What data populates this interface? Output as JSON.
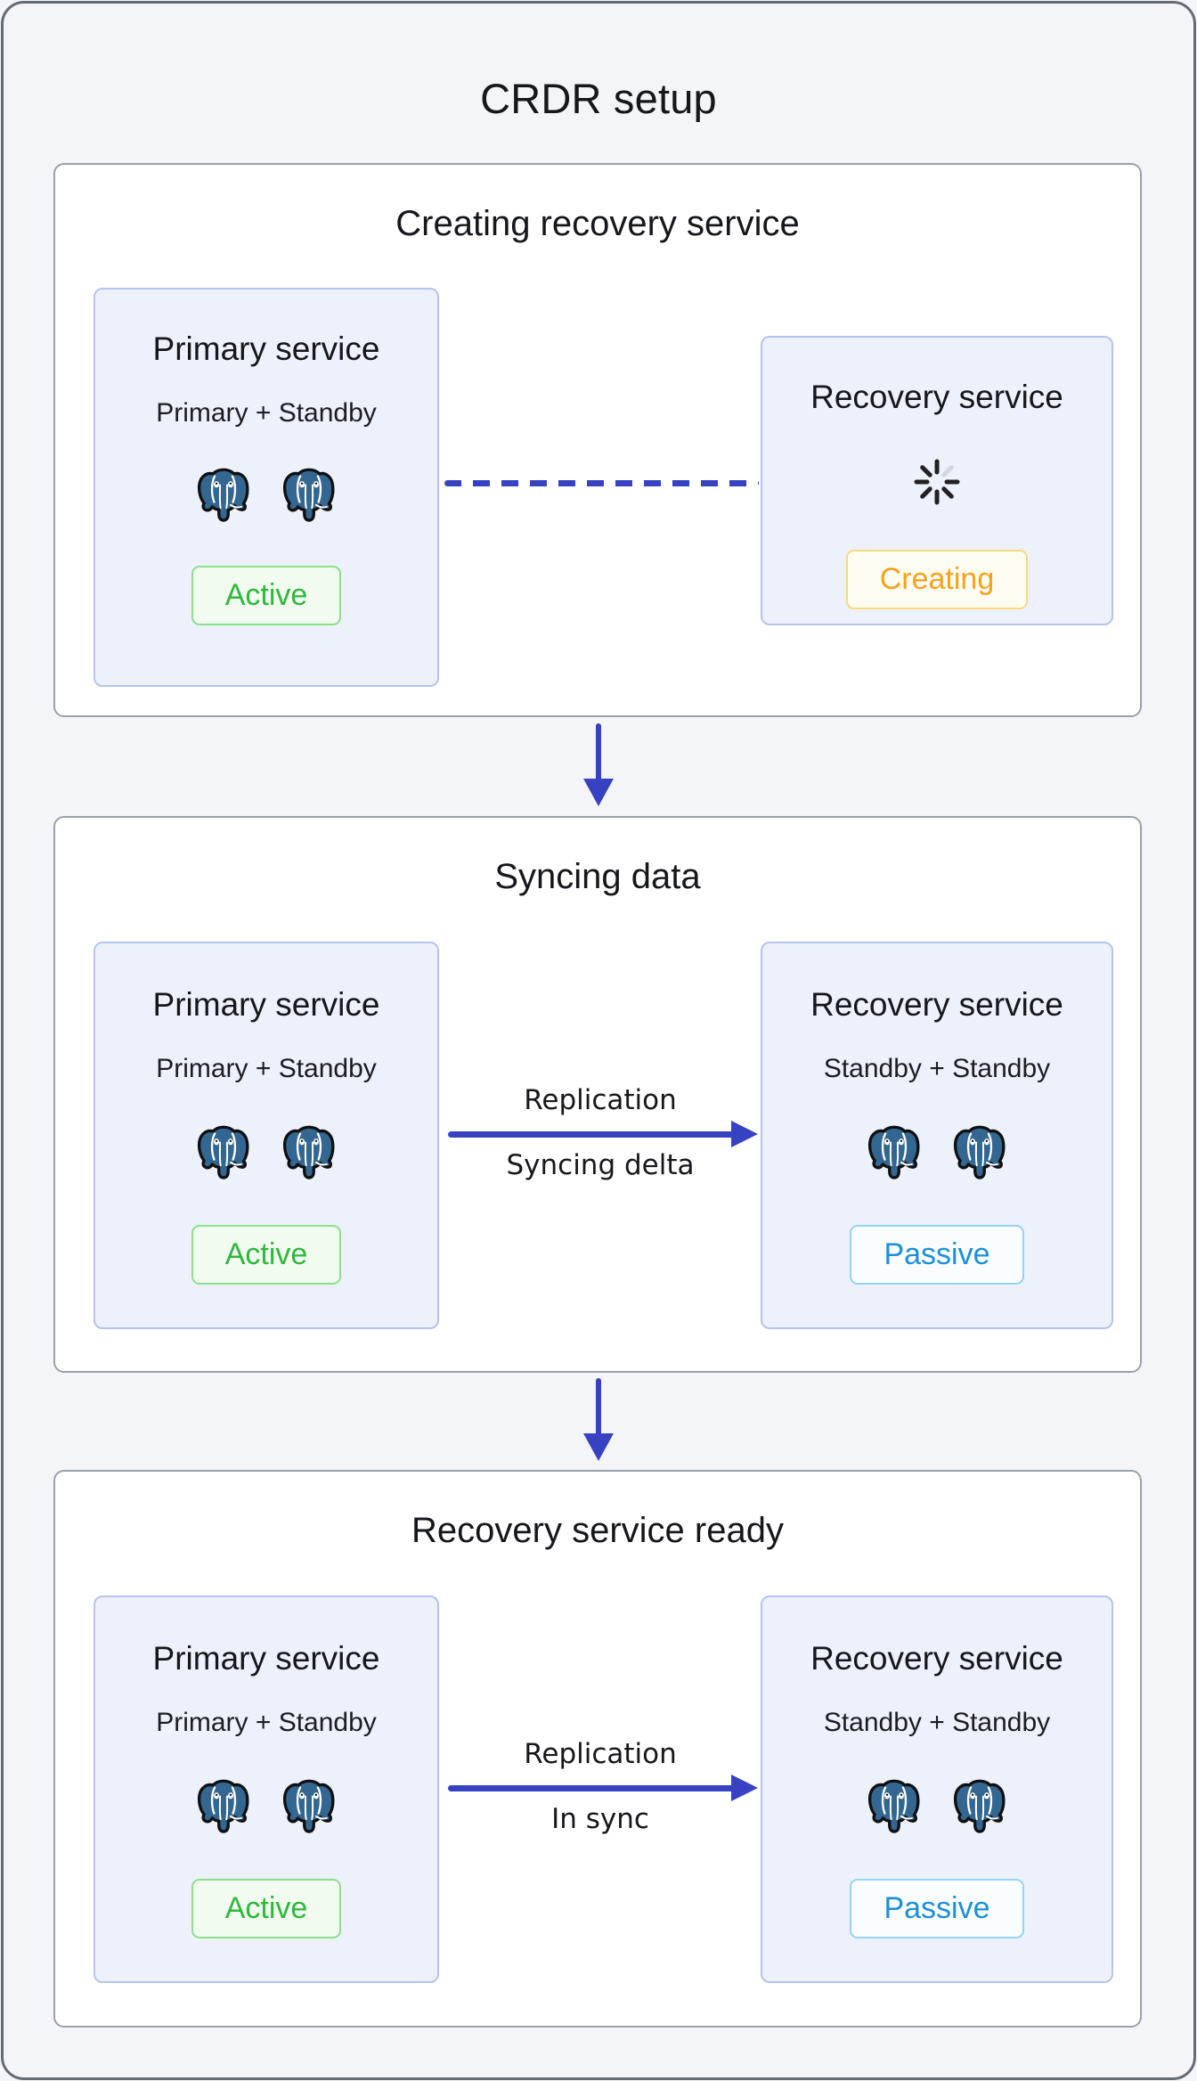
{
  "page": {
    "title": "CRDR setup"
  },
  "colors": {
    "accent_blue": "#3742c3",
    "postgres_blue": "#336791",
    "active_green": "#2eb83c",
    "creating_orange": "#f9a11b",
    "passive_blue": "#1d8fd8",
    "card_bg": "#edf1fc",
    "card_border": "#b6c2ef",
    "section_bg": "#ffffff",
    "section_border": "#9aa0aa",
    "page_bg": "#f4f5f8"
  },
  "stages": [
    {
      "title": "Creating recovery service",
      "primary": {
        "title": "Primary service",
        "subtitle": "Primary + Standby",
        "badge": "Active"
      },
      "recovery": {
        "title": "Recovery service",
        "badge": "Creating"
      },
      "connector": {
        "style": "dashed"
      }
    },
    {
      "title": "Syncing data",
      "primary": {
        "title": "Primary service",
        "subtitle": "Primary + Standby",
        "badge": "Active"
      },
      "recovery": {
        "title": "Recovery service",
        "subtitle": "Standby + Standby",
        "badge": "Passive"
      },
      "connector": {
        "style": "arrow",
        "label_top": "Replication",
        "label_bottom": "Syncing delta"
      }
    },
    {
      "title": "Recovery service ready",
      "primary": {
        "title": "Primary service",
        "subtitle": "Primary + Standby",
        "badge": "Active"
      },
      "recovery": {
        "title": "Recovery service",
        "subtitle": "Standby + Standby",
        "badge": "Passive"
      },
      "connector": {
        "style": "arrow",
        "label_top": "Replication",
        "label_bottom": "In sync"
      }
    }
  ]
}
